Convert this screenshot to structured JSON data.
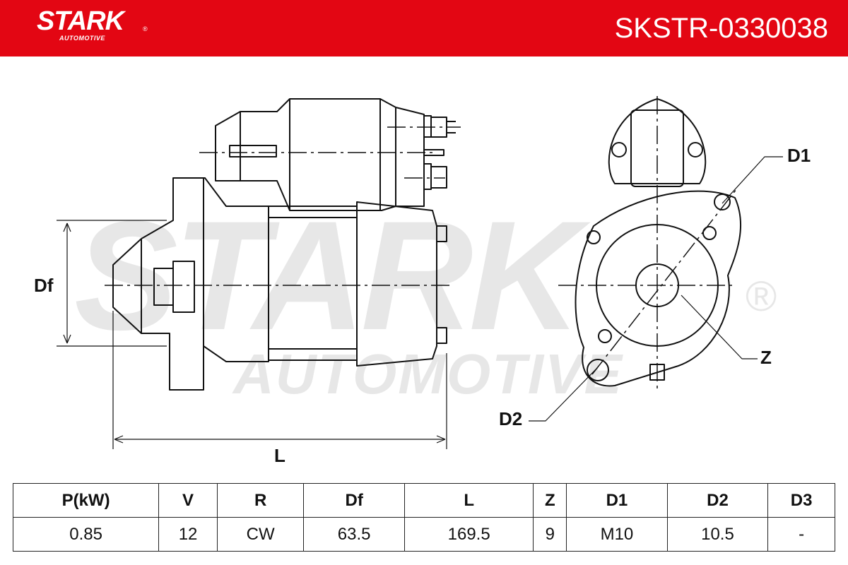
{
  "header": {
    "brand": "STARK",
    "brand_sub": "AUTOMOTIVE",
    "brand_reg": "®",
    "part_number": "SKSTR-0330038",
    "color": "#e30613"
  },
  "watermark": {
    "main": "STARK",
    "sub": "AUTOMOTIVE",
    "reg": "®"
  },
  "drawing": {
    "labels": {
      "df": "Df",
      "l": "L",
      "d1": "D1",
      "d2": "D2",
      "z": "Z"
    }
  },
  "specs": {
    "headers": [
      "P(kW)",
      "V",
      "R",
      "Df",
      "L",
      "Z",
      "D1",
      "D2",
      "D3"
    ],
    "values": [
      "0.85",
      "12",
      "CW",
      "63.5",
      "169.5",
      "9",
      "M10",
      "10.5",
      "-"
    ]
  }
}
